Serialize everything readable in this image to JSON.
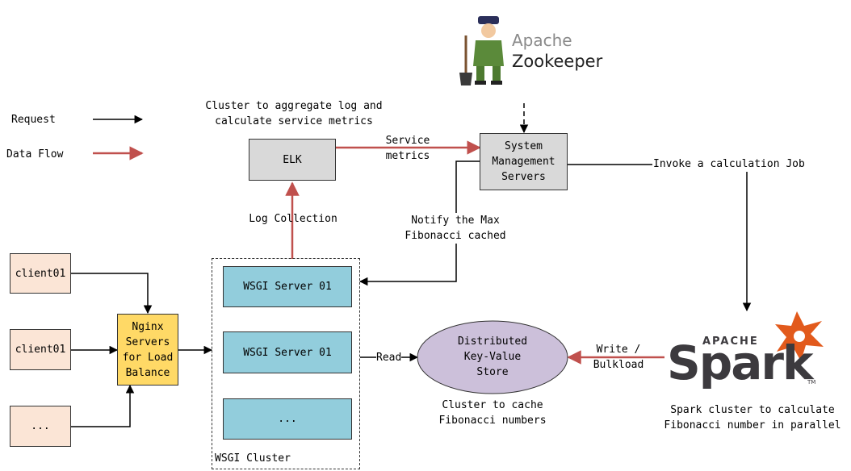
{
  "legend": {
    "request_label": "Request",
    "data_flow_label": "Data Flow"
  },
  "colors": {
    "request": "#000000",
    "data_flow": "#c0504d"
  },
  "clients": [
    "client01",
    "client01",
    "..."
  ],
  "nginx": {
    "label": "Nginx\nServers\nfor Load\nBalance"
  },
  "wsgi": {
    "servers": [
      "WSGI Server 01",
      "WSGI Server 01",
      "..."
    ],
    "cluster_label": "WSGI Cluster"
  },
  "elk": {
    "label": "ELK",
    "caption": "Cluster to aggregate log and\ncalculate service metrics"
  },
  "system_mgmt": {
    "label": "System\nManagement\nServers"
  },
  "zookeeper": {
    "apache": "Apache",
    "name": "Zookeeper",
    "icon": "zookeeper-logo"
  },
  "kv_store": {
    "label": "Distributed\nKey-Value\nStore",
    "caption": "Cluster to cache\nFibonacci numbers"
  },
  "spark": {
    "apache": "APACHE",
    "name": "Spark",
    "tm": "TM",
    "icon": "spark-logo",
    "caption": "Spark cluster to calculate\nFibonacci number in parallel"
  },
  "edges": {
    "log_collection": "Log Collection",
    "service_metrics": "Service\nmetrics",
    "invoke_job": "Invoke a calculation Job",
    "notify_max": "Notify the Max\nFibonacci cached",
    "read": "Read",
    "write_bulkload": "Write /\nBulkload"
  }
}
